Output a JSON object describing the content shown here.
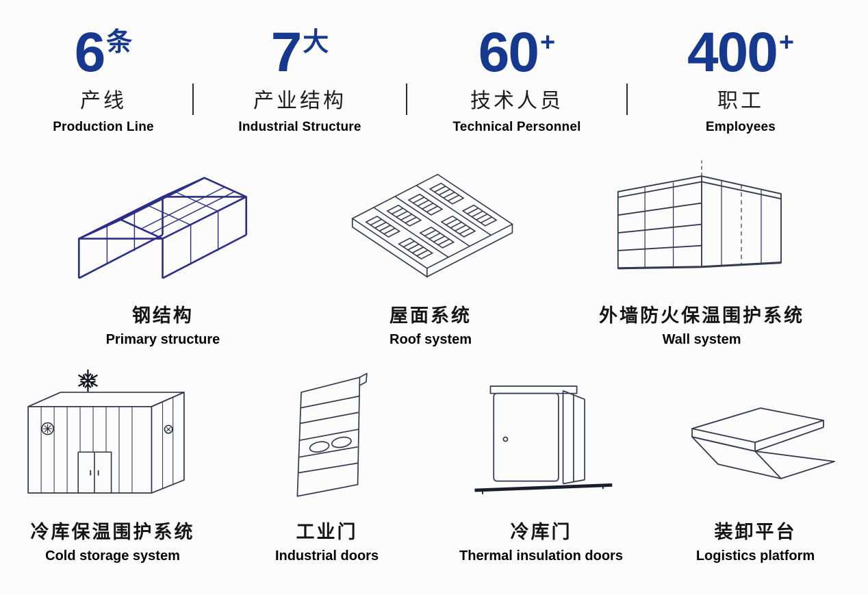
{
  "colors": {
    "accent": "#16398f",
    "ink": "#343a4e",
    "steel_blue": "#2c2f86",
    "rail_dark": "#1a1f30",
    "background": "#fcfcfc"
  },
  "stats": [
    {
      "number": "6",
      "unit": "条",
      "zh": "产线",
      "en": "Production Line"
    },
    {
      "number": "7",
      "unit": "大",
      "zh": "产业结构",
      "en": "Industrial Structure"
    },
    {
      "number": "60",
      "unit": "+",
      "zh": "技术人员",
      "en": "Technical Personnel"
    },
    {
      "number": "400",
      "unit": "+",
      "zh": "职工",
      "en": "Employees"
    }
  ],
  "products": [
    {
      "icon": "steel-structure-icon",
      "zh": "钢结构",
      "en": "Primary structure"
    },
    {
      "icon": "roof-system-icon",
      "zh": "屋面系统",
      "en": "Roof system"
    },
    {
      "icon": "wall-system-icon",
      "zh": "外墙防火保温围护系统",
      "en": "Wall system"
    },
    {
      "icon": "cold-storage-icon",
      "zh": "冷库保温围护系统",
      "en": "Cold storage system"
    },
    {
      "icon": "industrial-door-icon",
      "zh": "工业门",
      "en": "Industrial doors"
    },
    {
      "icon": "thermal-door-icon",
      "zh": "冷库门",
      "en": "Thermal insulation doors"
    },
    {
      "icon": "logistics-platform-icon",
      "zh": "装卸平台",
      "en": "Logistics platform"
    }
  ]
}
